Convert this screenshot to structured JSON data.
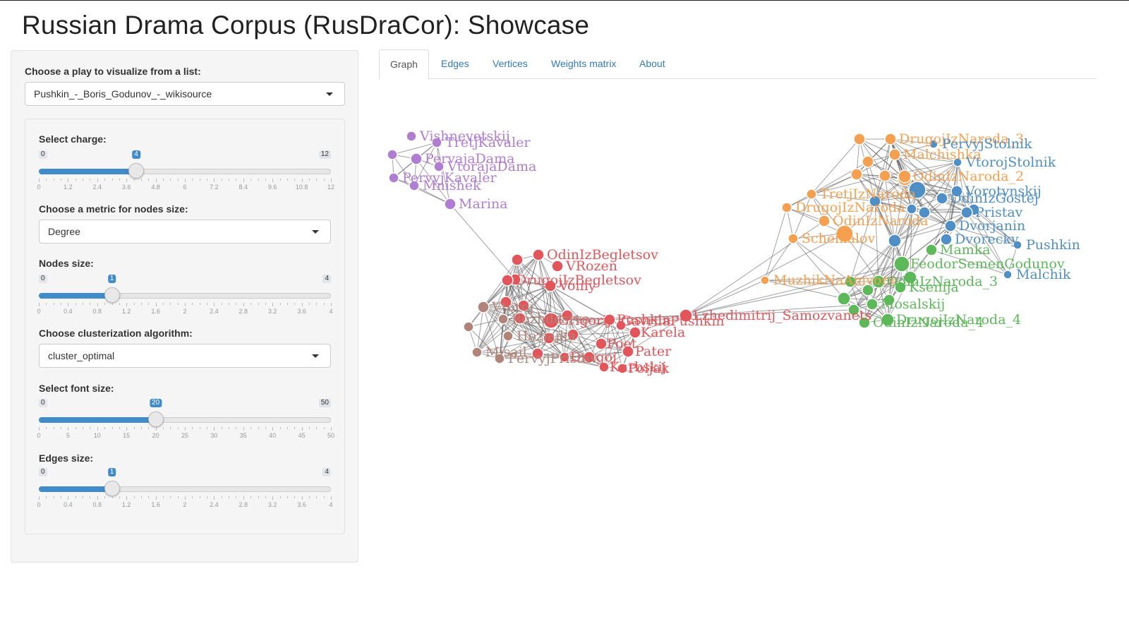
{
  "page": {
    "title": "Russian Drama Corpus (RusDraCor): Showcase"
  },
  "sidebar": {
    "play_label": "Choose a play to visualize from a list:",
    "play_value": "Pushkin_-_Boris_Godunov_-_wikisource",
    "charge": {
      "label": "Select charge:",
      "min": "0",
      "max": "12",
      "value": 4,
      "value_label": "4",
      "ticks": [
        "0",
        "1.2",
        "2.4",
        "3.6",
        "4.8",
        "6",
        "7.2",
        "8.4",
        "9.6",
        "10.8",
        "12"
      ]
    },
    "metric_label": "Choose a metric for nodes size:",
    "metric_value": "Degree",
    "nodes_size": {
      "label": "Nodes size:",
      "min": "0",
      "max": "4",
      "value": 1,
      "value_label": "1",
      "ticks": [
        "0",
        "0.4",
        "0.8",
        "1.2",
        "1.6",
        "2",
        "2.4",
        "2.8",
        "3.2",
        "3.6",
        "4"
      ]
    },
    "cluster_label": "Choose clusterization algorithm:",
    "cluster_value": "cluster_optimal",
    "font_size": {
      "label": "Select font size:",
      "min": "0",
      "max": "50",
      "value": 20,
      "value_label": "20",
      "ticks": [
        "0",
        "5",
        "10",
        "15",
        "20",
        "25",
        "30",
        "35",
        "40",
        "45",
        "50"
      ]
    },
    "edges_size": {
      "label": "Edges size:",
      "min": "0",
      "max": "4",
      "value": 1,
      "value_label": "1",
      "ticks": [
        "0",
        "0.4",
        "0.8",
        "1.2",
        "1.6",
        "2",
        "2.4",
        "2.8",
        "3.2",
        "3.6",
        "4"
      ]
    }
  },
  "tabs": [
    {
      "label": "Graph",
      "active": true
    },
    {
      "label": "Edges",
      "active": false
    },
    {
      "label": "Vertices",
      "active": false
    },
    {
      "label": "Weights matrix",
      "active": false
    },
    {
      "label": "About",
      "active": false
    }
  ],
  "graph": {
    "colors": {
      "purple": "#b07ed1",
      "red": "#e2555a",
      "brown": "#b18479",
      "orange": "#f5a050",
      "blue": "#4f8fc5",
      "green": "#5db85a",
      "edge": "#555555"
    },
    "nodes": [
      {
        "label": "Vishnevetskij",
        "cluster": "purple"
      },
      {
        "label": "TretjKavaler",
        "cluster": "purple"
      },
      {
        "label": "PervajaDama",
        "cluster": "purple"
      },
      {
        "label": "VtorajaDama",
        "cluster": "purple"
      },
      {
        "label": "PervyjKavaler",
        "cluster": "purple"
      },
      {
        "label": "Mnishek",
        "cluster": "purple"
      },
      {
        "label": "Marina",
        "cluster": "purple"
      },
      {
        "label": "",
        "cluster": "purple"
      },
      {
        "label": "OdinIzBegletsov",
        "cluster": "red"
      },
      {
        "label": "VRozen",
        "cluster": "red"
      },
      {
        "label": "DrugojIzBegletsov",
        "cluster": "red"
      },
      {
        "label": "Voiny",
        "cluster": "red"
      },
      {
        "label": "Grigorij",
        "cluster": "red"
      },
      {
        "label": "Pushkin",
        "cluster": "red"
      },
      {
        "label": "Karela",
        "cluster": "red"
      },
      {
        "label": "Poet",
        "cluster": "red"
      },
      {
        "label": "Pater",
        "cluster": "red"
      },
      {
        "label": "Kurbskij",
        "cluster": "red"
      },
      {
        "label": "Poljak",
        "cluster": "red"
      },
      {
        "label": "Drugoj",
        "cluster": "red"
      },
      {
        "label": "Lzhedimitrij_Samozvanets",
        "cluster": "red"
      },
      {
        "label": "GavrilaPushkin",
        "cluster": "red"
      },
      {
        "label": "Vtoroj",
        "cluster": "brown"
      },
      {
        "label": "Rozhdestvo",
        "cluster": "brown"
      },
      {
        "label": "Hozjajka",
        "cluster": "brown"
      },
      {
        "label": "Misail",
        "cluster": "brown"
      },
      {
        "label": "PervyjPristav",
        "cluster": "brown"
      },
      {
        "label": "",
        "cluster": "brown"
      },
      {
        "label": "DrugojIzNaroda_3",
        "cluster": "orange"
      },
      {
        "label": "Malchishka",
        "cluster": "orange"
      },
      {
        "label": "OdinIzNaroda_2",
        "cluster": "orange"
      },
      {
        "label": "TretjIzNaroda",
        "cluster": "orange"
      },
      {
        "label": "DrugojIzNaroda",
        "cluster": "orange"
      },
      {
        "label": "OdinIzNaroda",
        "cluster": "orange"
      },
      {
        "label": "Schelkalov",
        "cluster": "orange"
      },
      {
        "label": "MuzhikNaAmvone",
        "cluster": "orange"
      },
      {
        "label": "PervyjStolnik",
        "cluster": "blue"
      },
      {
        "label": "VtorojStolnik",
        "cluster": "blue"
      },
      {
        "label": "Vorotynskij",
        "cluster": "blue"
      },
      {
        "label": "OdinIzGostej",
        "cluster": "blue"
      },
      {
        "label": "Dvorjanin",
        "cluster": "blue"
      },
      {
        "label": "Pristav",
        "cluster": "blue"
      },
      {
        "label": "Dvorecky",
        "cluster": "blue"
      },
      {
        "label": "Pushkin",
        "cluster": "blue"
      },
      {
        "label": "Malchik",
        "cluster": "blue"
      },
      {
        "label": "Mamka",
        "cluster": "green"
      },
      {
        "label": "FeodorSemenGodunov",
        "cluster": "green"
      },
      {
        "label": "OdinIzNaroda_3",
        "cluster": "green"
      },
      {
        "label": "Ksenija",
        "cluster": "green"
      },
      {
        "label": "DrugojIzNaroda_4",
        "cluster": "green"
      },
      {
        "label": "OdinIzNaroda_4",
        "cluster": "green"
      },
      {
        "label": "Mosalskij",
        "cluster": "green"
      }
    ]
  }
}
